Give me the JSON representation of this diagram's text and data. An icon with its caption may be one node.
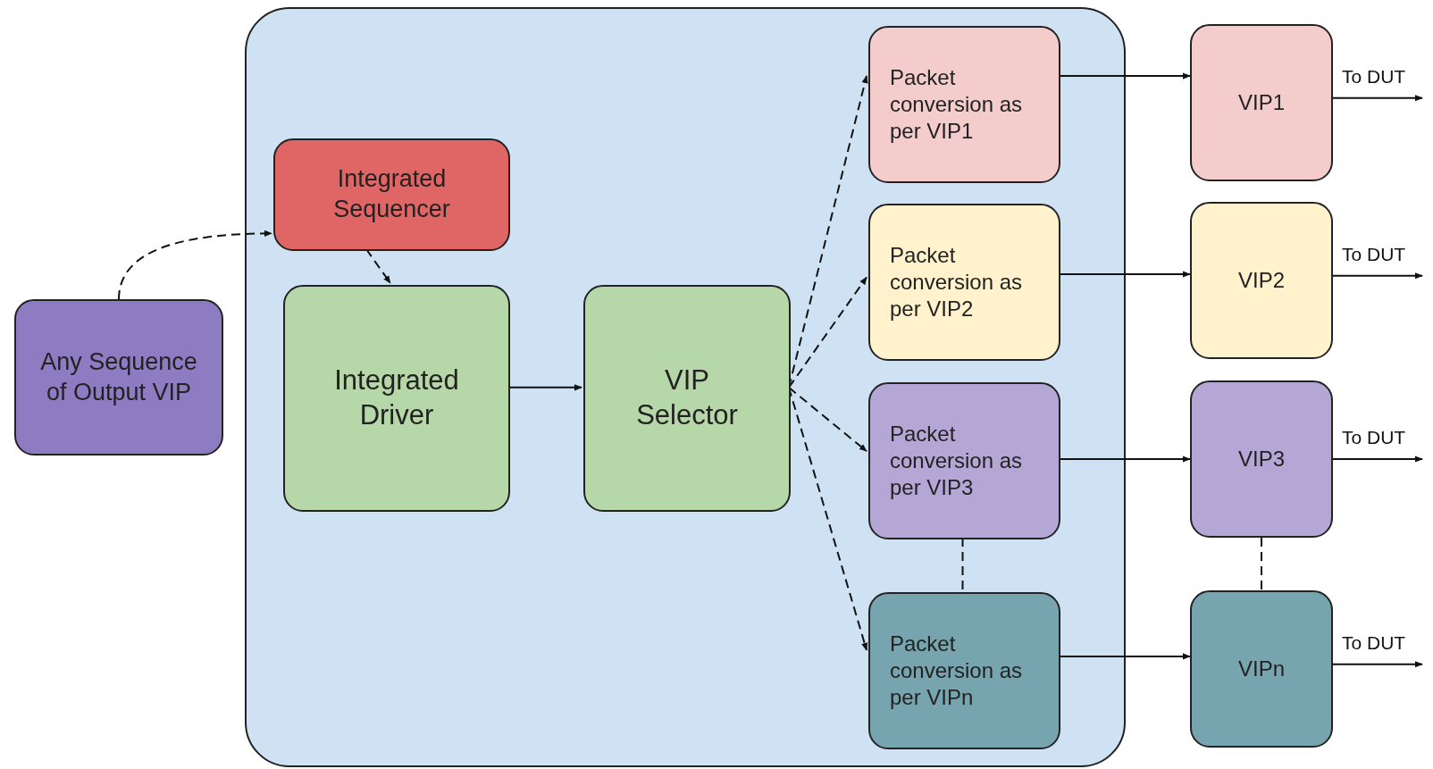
{
  "diagram": {
    "nodes": [
      {
        "text": [],
        "shape": "box"
      },
      {
        "text": [
          "Any Sequence of Output VIP"
        ]
      },
      {
        "text": [
          "Integrated Sequencer"
        ],
        "in": 0
      },
      {
        "text": [
          "Integrated Driver"
        ],
        "in": 0
      },
      {
        "text": [
          "VIP Selector"
        ],
        "in": 0
      },
      {
        "text": [
          "Packet conversion as per VIP1"
        ],
        "in": 0
      },
      {
        "text": [
          "Packet conversion as per VIP2"
        ],
        "in": 0
      },
      {
        "text": [
          "Packet conversion as per VIP3"
        ],
        "in": 0
      },
      {
        "text": [
          "Packet conversion as per VIPn"
        ],
        "in": 0
      },
      {
        "text": [
          "VIP1"
        ]
      },
      {
        "text": [
          "VIP2"
        ]
      },
      {
        "text": [
          "VIP3"
        ]
      },
      {
        "text": [
          "VIPn"
        ]
      }
    ],
    "edges": [
      {
        "from": 1,
        "to": 2,
        "arrow": "to",
        "style": "dashed"
      },
      {
        "from": 2,
        "to": 3,
        "arrow": "to",
        "style": "dashed"
      },
      {
        "from": 3,
        "to": 4,
        "arrow": "to"
      },
      {
        "from": 4,
        "to": 5,
        "arrow": "to",
        "style": "dashed"
      },
      {
        "from": 4,
        "to": 6,
        "arrow": "to",
        "style": "dashed"
      },
      {
        "from": 4,
        "to": 7,
        "arrow": "to",
        "style": "dashed"
      },
      {
        "from": 4,
        "to": 8,
        "arrow": "to",
        "style": "dashed"
      },
      {
        "from": 5,
        "to": 9,
        "arrow": "to"
      },
      {
        "from": 6,
        "to": 10,
        "arrow": "to"
      },
      {
        "from": 7,
        "to": 11,
        "arrow": "to"
      },
      {
        "from": 8,
        "to": 12,
        "arrow": "to"
      },
      {
        "from": 9,
        "to": null,
        "arrow": "to",
        "label": "To DUT"
      },
      {
        "from": 10,
        "to": null,
        "arrow": "to",
        "label": "To DUT"
      },
      {
        "from": 11,
        "to": null,
        "arrow": "to",
        "label": "To DUT"
      },
      {
        "from": 12,
        "to": null,
        "arrow": "to",
        "label": "To DUT"
      },
      {
        "from": 7,
        "to": 8,
        "arrow": "none",
        "style": "dashed"
      },
      {
        "from": 11,
        "to": 12,
        "arrow": "none",
        "style": "dashed"
      }
    ]
  }
}
